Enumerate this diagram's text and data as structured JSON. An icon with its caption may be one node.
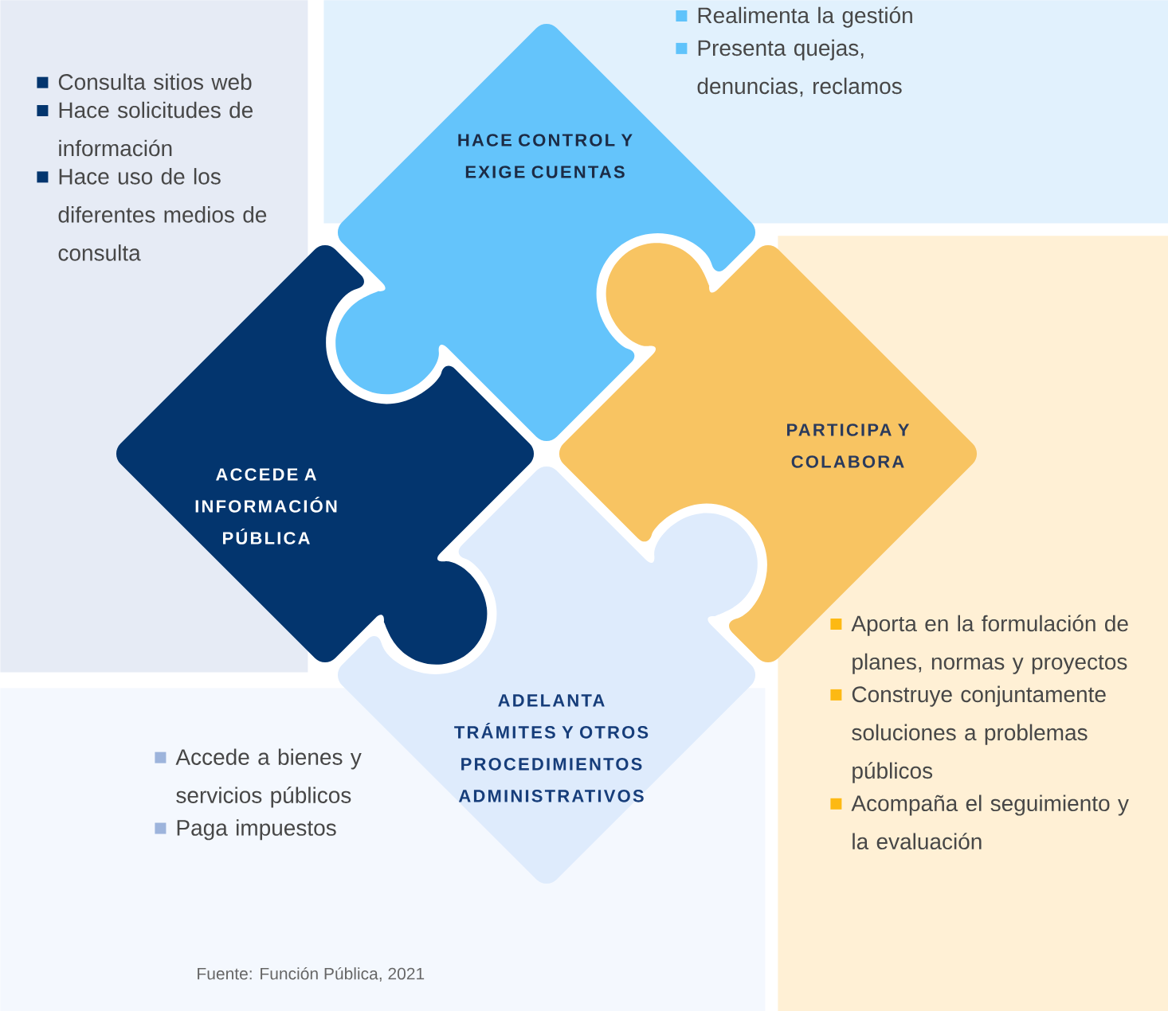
{
  "diagram": {
    "nodes": [
      {
        "text": [
          "Consulta sitios web",
          "Hace solicitudes de información",
          "Hace uso de los diferentes medios de consulta"
        ]
      },
      {
        "text": [
          "Realimenta la gestión",
          "Presenta quejas, denuncias, reclamos"
        ]
      },
      {
        "text": [
          "Aporta en la formulación de planes, normas y proyectos",
          "Construye conjuntamente soluciones a problemas públicos",
          "Acompaña el seguimiento y la evaluación"
        ]
      },
      {
        "text": [
          "Accede a bienes y servicios públicos",
          "Paga impuestos"
        ]
      },
      {
        "text": [
          "HACE CONTROL Y EXIGE CUENTAS"
        ]
      },
      {
        "text": [
          "ACCEDE A INFORMACIÓN PÚBLICA"
        ]
      },
      {
        "text": [
          "PARTICIPA Y COLABORA"
        ]
      },
      {
        "text": [
          "ADELANTA TRÁMITES Y OTROS PROCEDIMIENTOS ADMINISTRATIVOS"
        ]
      }
    ],
    "caption": "Fuente: Función Pública, 2021"
  }
}
